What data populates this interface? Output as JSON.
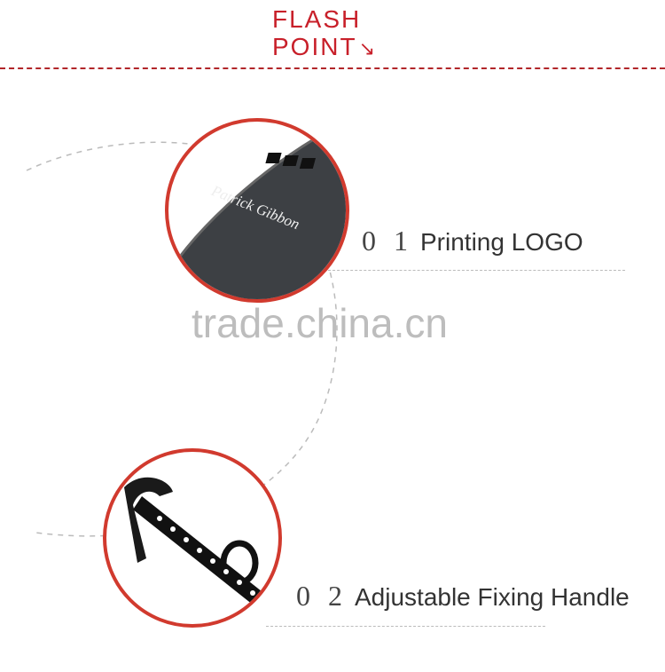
{
  "header": {
    "title_line1": "FLASH",
    "title_line2": "POINT",
    "arrow_icon": "arrow-down-right-icon",
    "accent_color": "#c8202a"
  },
  "features": [
    {
      "number": "0 1",
      "label": "Printing LOGO",
      "logo_text": "Patrick Gibbon"
    },
    {
      "number": "0 2",
      "label": "Adjustable Fixing Handle"
    }
  ],
  "watermark": "trade.china.cn"
}
